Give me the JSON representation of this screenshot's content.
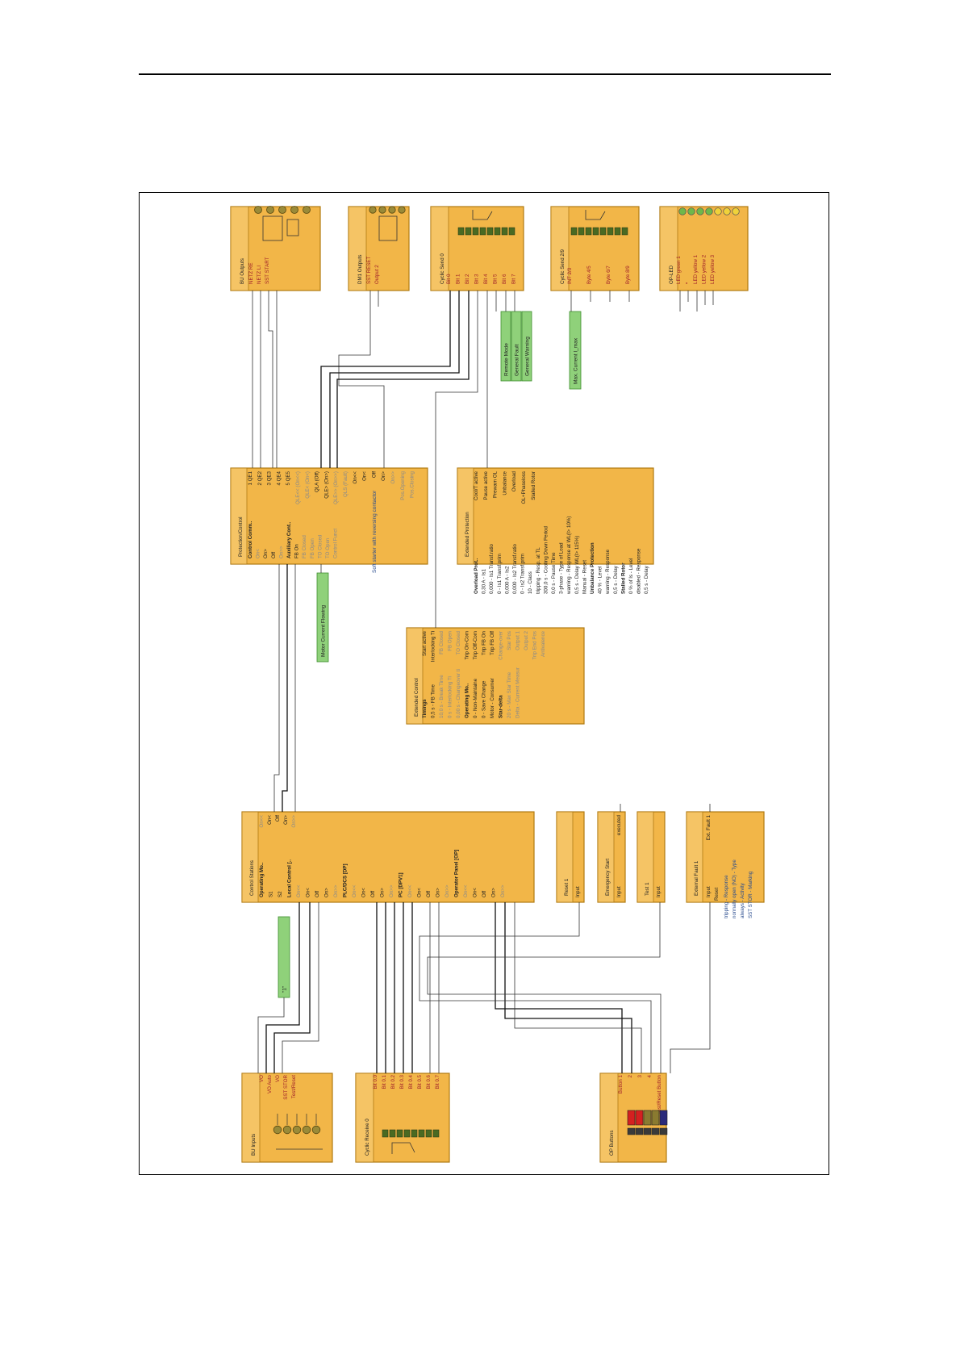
{
  "colors": {
    "block_fill": "#f2b648",
    "block_stroke": "#b07a12",
    "header_fill": "#f5c465",
    "green_fill": "#8fd17a",
    "green_stroke": "#3f8f2f",
    "wire": "#333333",
    "wire_bold": "#111111",
    "label_dark": "#222222",
    "label_red": "#a0202a",
    "label_grey": "#8a8a8a",
    "label_blue": "#2a4c8e",
    "led_green": "#6fb84a",
    "led_yellow": "#f0d23a",
    "button_red": "#d42020",
    "button_blue": "#2a2a7a"
  },
  "blocks": {
    "bu_outputs": {
      "title": "BU Outputs",
      "pins": [
        "NETZ RE",
        "NETZ LI",
        "SST START"
      ]
    },
    "dm1_outputs": {
      "title": "DM1 Outputs",
      "pins": [
        "SST RESET",
        "Output 2"
      ]
    },
    "cyclic_send0": {
      "title": "Cyclic Send 0",
      "pins": [
        "Bit 0",
        "Bit 1",
        "Bit 2",
        "Bit 3",
        "Bit 4",
        "Bit 5",
        "Bit 6",
        "Bit 7"
      ]
    },
    "cyclic_send29": {
      "title": "Cyclic Send 2/9",
      "pins": [
        "INT 2/3",
        "Byte 4/5",
        "Byte 6/7",
        "Byte 8/9"
      ]
    },
    "op_led": {
      "title": "OP-LED",
      "pins": [
        "LED green 1",
        "•",
        "LED yellow 1",
        "LED yellow 2",
        "LED yellow 3"
      ]
    },
    "protection_control": {
      "title": "Protection/Control",
      "left": [
        "Control Comm..",
        "On<",
        "On>",
        "Off",
        "On>>",
        "Auxiliary Cont..",
        "FB On",
        "FB Closed",
        "FB Open",
        "TO Closed",
        "TO Open",
        "Control Funct"
      ],
      "right": [
        "1 QE1",
        "2 QE2",
        "3 QE3",
        "4 QE4",
        "5 QE5",
        "QLE<< (On<<)",
        "QLE< (On<)",
        "QLA (Off)",
        "QLE> (On>)",
        "QLE>> (On>>)",
        "QLS (Fault)",
        "On<<",
        "On<",
        "Off",
        "On>",
        "On>>",
        "Pos.Opening",
        "Pos.Closing"
      ]
    },
    "extended_protection": {
      "title": "Extended Protection",
      "left": [
        "Overload Prot..",
        "0,30 A - Is1",
        "0,000 - Is1 Transf.ratio",
        "0 - Is1 Transf.prim",
        "0,000 A - Is2",
        "0,000 - Is2 Transf.ratio",
        "0 - Is2 Transf.prim",
        "10 - Class",
        "tripping - Resp. at TL",
        "300,0 s - Cooling Down Period",
        "0,0 s - Pause Time",
        "3-phase - Type of Load",
        "warning - Response at WL(I> 10%)",
        "0,5 s - Delay WL(I> 115%)",
        "Manual - Reset",
        "Unbalance Protection",
        "40 % - Level",
        "warning - Response",
        "0,5 s - Delay",
        "Stalled Rotor",
        "0 % of Is - Level",
        "disabled - Response",
        "0,5 s - Delay"
      ],
      "right": [
        "Cool/T active",
        "Pause active",
        "Prewarn OL",
        "Unbalance",
        "Overload",
        "OL+Phaseloss",
        "Stalled Rotor"
      ]
    },
    "extended_control": {
      "title": "Extended Control",
      "left": [
        "Timings",
        "0,5 s - FB Time",
        "10,0 s - Break Time",
        "0 s - Interlocking Ti",
        "0,00 s - Changeover ti",
        "Operating Mo..",
        "0 - Non-Maintaine",
        "0 - Save Change",
        "Motor - Consumer",
        "Star-delta",
        "20 s - Max Star Time",
        "Delta - Current Measur"
      ],
      "right": [
        "Start active",
        "Interlocking Ti",
        "FB Closed",
        "FB Open",
        "TO Closed",
        "Trip On-Com",
        "Trip Off-Com",
        "Trip FB On",
        "Trip FB Off",
        "Change-over",
        "Star Pos",
        "Output 1",
        "Output 2",
        "Trip End Pos",
        "Antivalence"
      ]
    },
    "control_stations": {
      "title": "Control Stations",
      "right": [
        "On<<",
        "On<",
        "Off",
        "On>",
        "On>>"
      ],
      "left": [
        "Operating Mo..",
        "S1",
        "S2",
        "Local Control [..",
        "On<<",
        "On<",
        "Off",
        "On>",
        "On>>",
        "PLC/DCS [DP]",
        "On<<",
        "On<",
        "Off",
        "On>",
        "On>>",
        "PC [DPV1]",
        "On<<",
        "On<",
        "Off",
        "On>",
        "On>>",
        "Operator Panel [OP]",
        "On<<",
        "On<",
        "Off",
        "On>",
        "On>>"
      ]
    },
    "reset1": {
      "title": "Reset 1",
      "pins": [
        "Input"
      ]
    },
    "emergency_start": {
      "title": "Emergency Start",
      "pins": [
        "Input",
        "executed"
      ]
    },
    "test1": {
      "title": "Test 1",
      "pins": [
        "Input"
      ]
    },
    "external_fault1": {
      "title": "External Fault 1",
      "right": [
        "Ext. Fault 1"
      ],
      "left": [
        "Input",
        "Reset",
        "tripping - Response",
        "normally open (NO) - Type",
        "always - Activity",
        "SST STOR - Marking"
      ]
    },
    "bu_inputs": {
      "title": "BU Inputs",
      "pins": [
        "VO",
        "VO Auto",
        "VO",
        "SST STOR",
        "Test/Reset"
      ]
    },
    "cyclic_receive0": {
      "title": "Cyclic Receive 0",
      "pins": [
        "Bit 0.0",
        "Bit 0.1",
        "Bit 0.2",
        "Bit 0.3",
        "Bit 0.4",
        "Bit 0.5",
        "Bit 0.6",
        "Bit 0.7"
      ]
    },
    "op_buttons": {
      "title": "OP Buttons",
      "pins": [
        "Button 1",
        "2",
        "3",
        "4",
        "Test/Reset Button"
      ]
    }
  },
  "annotations": {
    "motor_current_flowing": "Motor Current Flowing",
    "soft_starter_note": "Soft starter with reversing contactor",
    "remote_mode": "Remote Mode",
    "general_fault": "General Fault",
    "general_warning": "General Warning",
    "max_current": "Max. Current I_max",
    "one": "\"1\""
  }
}
